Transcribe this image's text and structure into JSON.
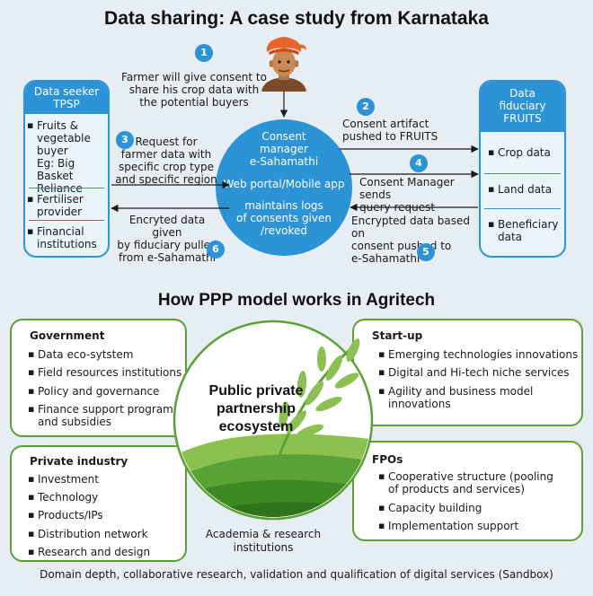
{
  "top": {
    "title": "Data sharing: A case study from Karnataka",
    "seeker": {
      "title_line1": "Data seeker",
      "title_line2": "TPSP",
      "items": [
        {
          "lines": [
            "Fruits &",
            "vegetable",
            "buyer",
            "Eg: Big Basket",
            "Reliance"
          ]
        },
        {
          "lines": [
            "Fertiliser",
            "provider"
          ]
        },
        {
          "lines": [
            "Financial",
            "institutions"
          ]
        }
      ]
    },
    "fiduciary": {
      "title_lines": [
        "Data",
        "fiduciary",
        "FRUITS"
      ],
      "items": [
        {
          "lines": [
            "Crop data"
          ]
        },
        {
          "lines": [
            "Land data"
          ]
        },
        {
          "lines": [
            "Beneficiary",
            "data"
          ]
        }
      ]
    },
    "consent_manager": {
      "lines_top": [
        "Consent",
        "manager",
        "e-Sahamathi"
      ],
      "line_mid": "Web portal/Mobile app",
      "lines_bottom": [
        "maintains logs",
        "of consents given",
        "/revoked"
      ]
    },
    "steps": [
      {
        "number": "1",
        "lines": [
          "Farmer will give consent to",
          "share his crop data with",
          "the potential buyers"
        ]
      },
      {
        "number": "2",
        "lines": [
          "Consent artifact",
          "pushed to FRUITS"
        ]
      },
      {
        "number": "3",
        "lines": [
          "Request for",
          "farmer data with",
          "specific crop type",
          "and specific region"
        ]
      },
      {
        "number": "4",
        "lines": [
          "Consent Manager sends",
          "query request"
        ]
      },
      {
        "number": "5",
        "lines": [
          "Encrypted data based on",
          "consent pushed to",
          "e-Sahamathi"
        ]
      },
      {
        "number": "6",
        "lines": [
          "Encryted data given",
          "by fiduciary pulled",
          "from e-Sahamathi"
        ]
      }
    ]
  },
  "bottom": {
    "title": "How PPP model works in Agritech",
    "hub_lines": [
      "Public private",
      "partnership",
      "ecosystem"
    ],
    "academia_lines": [
      "Academia & research",
      "institutions"
    ],
    "footer": "Domain depth, collaborative research, validation and qualification of digital services (Sandbox)",
    "boxes": {
      "government": {
        "title": "Government",
        "items": [
          {
            "lines": [
              "Data eco-sytstem"
            ]
          },
          {
            "lines": [
              "Field resources institutions"
            ]
          },
          {
            "lines": [
              "Policy and governance"
            ]
          },
          {
            "lines": [
              "Finance support programs",
              "and subsidies"
            ]
          }
        ]
      },
      "startup": {
        "title": "Start-up",
        "items": [
          {
            "lines": [
              "Emerging technologies innovations"
            ]
          },
          {
            "lines": [
              "Digital and Hi-tech niche services"
            ]
          },
          {
            "lines": [
              "Agility and business model",
              "innovations"
            ]
          }
        ]
      },
      "private": {
        "title": "Private industry",
        "items": [
          {
            "lines": [
              "Investment"
            ]
          },
          {
            "lines": [
              "Technology"
            ]
          },
          {
            "lines": [
              "Products/IPs"
            ]
          },
          {
            "lines": [
              "Distribution network"
            ]
          },
          {
            "lines": [
              "Research and design"
            ]
          }
        ]
      },
      "fpos": {
        "title": "FPOs",
        "items": [
          {
            "lines": [
              "Cooperative structure (pooling",
              "of products and services)"
            ]
          },
          {
            "lines": [
              "Capacity building"
            ]
          },
          {
            "lines": [
              "Implementation support"
            ]
          }
        ]
      }
    }
  },
  "colors": {
    "blue": "#2b93d6",
    "green": "#5aa235",
    "background": "#e6edf3"
  }
}
